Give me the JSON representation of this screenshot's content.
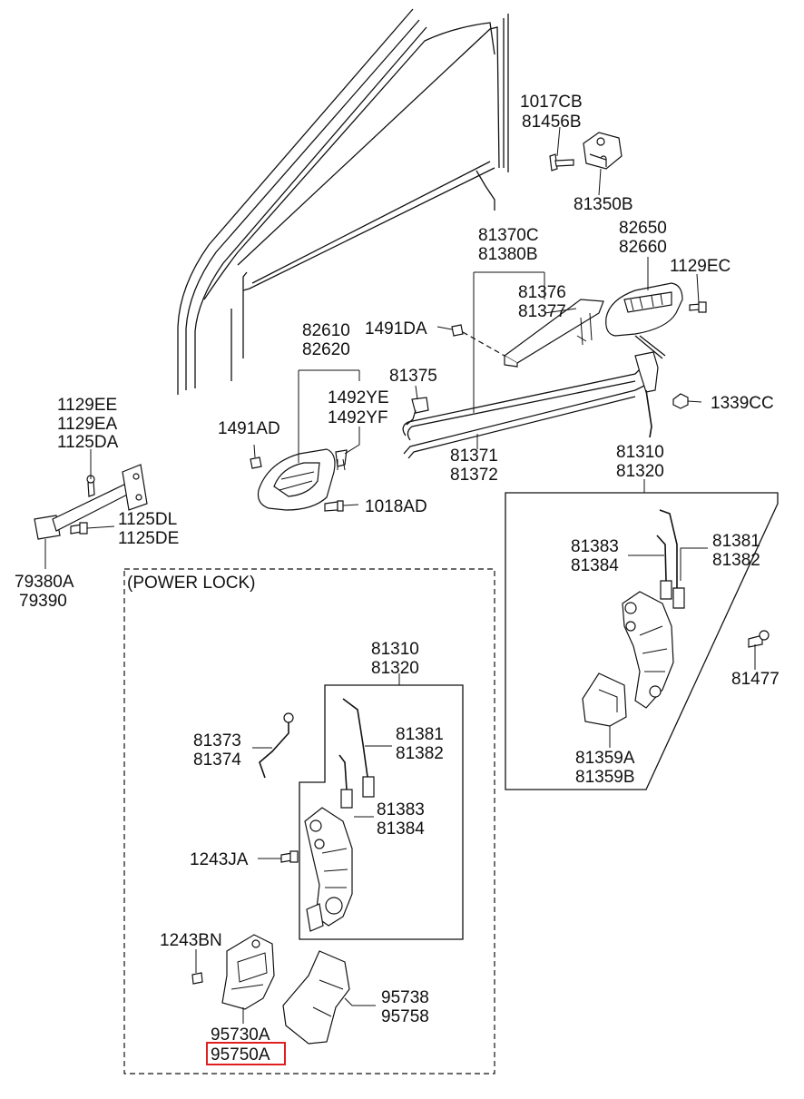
{
  "title": "",
  "power_lock_label": "(POWER LOCK)",
  "highlight_color": "#e02020",
  "labels": {
    "p1017CB": "1017CB",
    "p81456B": "81456B",
    "p81350B": "81350B",
    "p81370C": "81370C",
    "p81380B": "81380B",
    "p82650": "82650",
    "p82660": "82660",
    "p1129EC": "1129EC",
    "p81376": "81376",
    "p81377": "81377",
    "p1491DA": "1491DA",
    "p82610": "82610",
    "p82620": "82620",
    "p81375": "81375",
    "p1339CC": "1339CC",
    "p1492YE": "1492YE",
    "p1492YF": "1492YF",
    "p1129EE": "1129EE",
    "p1129EA": "1129EA",
    "p1125DA": "1125DA",
    "p1491AD": "1491AD",
    "p81371": "81371",
    "p81372": "81372",
    "p81310a": "81310",
    "p81320a": "81320",
    "p1018AD": "1018AD",
    "p1125DL": "1125DL",
    "p1125DE": "1125DE",
    "p79380A": "79380A",
    "p79390": "79390",
    "p81383a": "81383",
    "p81384a": "81384",
    "p81381a": "81381",
    "p81382a": "81382",
    "p81477": "81477",
    "p81359A": "81359A",
    "p81359B": "81359B",
    "p81310b": "81310",
    "p81320b": "81320",
    "p81373": "81373",
    "p81374": "81374",
    "p81381b": "81381",
    "p81382b": "81382",
    "p81383b": "81383",
    "p81384b": "81384",
    "p1243JA": "1243JA",
    "p1243BN": "1243BN",
    "p95738": "95738",
    "p95758": "95758",
    "p95730A": "95730A",
    "p95750A": "95750A"
  }
}
